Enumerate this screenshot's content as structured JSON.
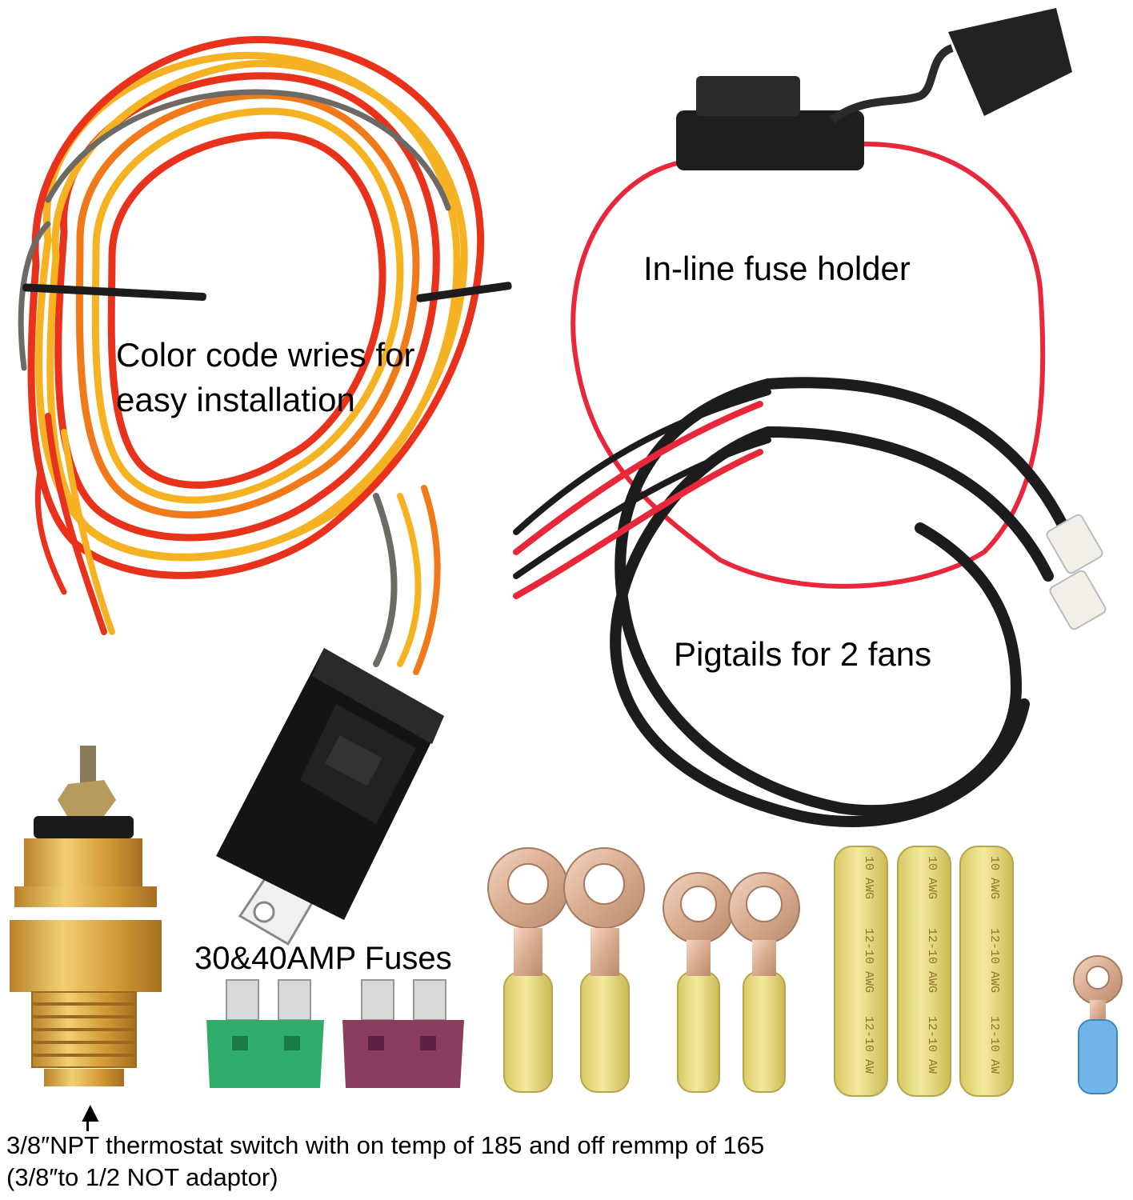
{
  "labels": {
    "wires_line1": "Color code wries for",
    "wires_line2": "easy installation",
    "fuse_holder": "In-line fuse holder",
    "pigtails": "Pigtails for 2 fans",
    "fuses": "30&40AMP Fuses",
    "switch_line1": "3/8″NPT thermostat switch with on temp of 185 and off remmp of 165",
    "switch_line2": "(3/8″to 1/2 NOT adaptor)"
  },
  "connector_markings": {
    "line1": "10 AWG",
    "line2": "12-10 AWG",
    "line3": "12-10 AW"
  },
  "colors": {
    "wire_red": "#e8321c",
    "wire_yellow": "#f5b323",
    "wire_orange": "#f07a1a",
    "wire_gray": "#6d6a66",
    "fuse_holder_wire": "#e8273a",
    "pigtail_black": "#1c1c1c",
    "fuse_green": "#2fae6b",
    "fuse_purple": "#8a3d5e",
    "brass": "#d9a53b",
    "yellow_connector": "#e9dc7c",
    "blue_connector": "#6fb5e8"
  },
  "icons": {
    "arrow": "▲"
  }
}
